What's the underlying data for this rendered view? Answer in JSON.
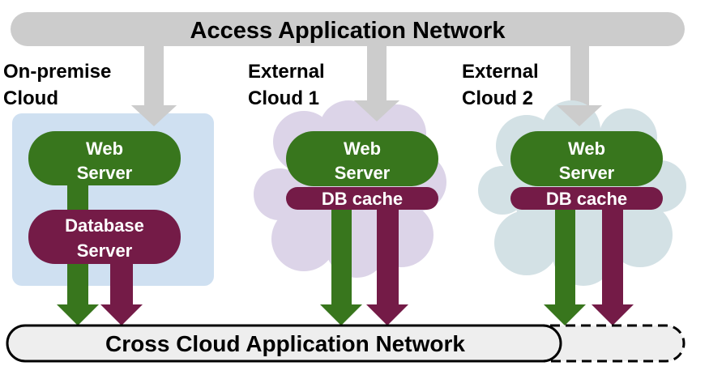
{
  "colors": {
    "access_bar": "#cccccc",
    "on_premise_bg": "#cfe0f1",
    "cloud1_bg": "#dcd4e8",
    "cloud2_bg": "#d3e1e5",
    "web_server": "#38761d",
    "database": "#741b47",
    "cross_bar_fill": "#eeeeee",
    "cross_bar_stroke": "#000000",
    "text_dark": "#000000",
    "text_light": "#ffffff"
  },
  "access_network": {
    "label": "Access Application Network"
  },
  "cross_network": {
    "label": "Cross Cloud Application Network"
  },
  "clouds": [
    {
      "id": "on-premise",
      "title_line1": "On-premise",
      "title_line2": "Cloud",
      "web_server_line1": "Web",
      "web_server_line2": "Server",
      "db_line1": "Database",
      "db_line2": "Server"
    },
    {
      "id": "external-1",
      "title_line1": "External",
      "title_line2": "Cloud 1",
      "web_server_line1": "Web",
      "web_server_line2": "Server",
      "db_line1": "DB cache"
    },
    {
      "id": "external-2",
      "title_line1": "External",
      "title_line2": "Cloud 2",
      "web_server_line1": "Web",
      "web_server_line2": "Server",
      "db_line1": "DB cache"
    }
  ]
}
